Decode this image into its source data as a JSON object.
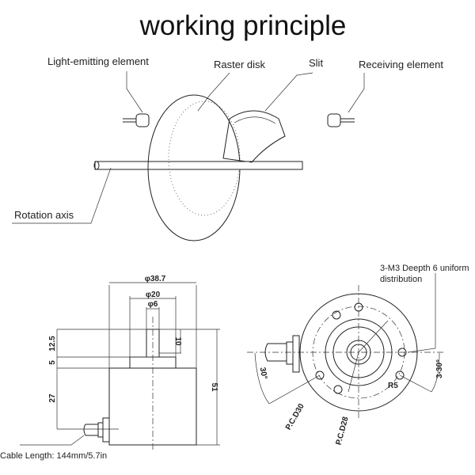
{
  "title": "working principle",
  "labels": {
    "light_emitting": "Light-emitting element",
    "raster_disk": "Raster disk",
    "slit": "Slit",
    "receiving": "Receiving element",
    "rotation_axis": "Rotation axis"
  },
  "side_view": {
    "dia_outer": "φ38.7",
    "dia_hub": "φ20",
    "dia_shaft": "φ6",
    "h_shaft": "12.5",
    "h_flange": "5",
    "h_body": "27",
    "h_total": "51",
    "flat": "10",
    "cable": "Cable Length: 144mm/5.7in"
  },
  "front_view": {
    "note_line1": "3-M3 Deepth 6 uniform",
    "note_line2": "distribution",
    "angle_left": "30°",
    "angle_right": "3-30°",
    "pcd30": "P.C.D30",
    "pcd28": "P.C.D28",
    "r": "R5"
  }
}
